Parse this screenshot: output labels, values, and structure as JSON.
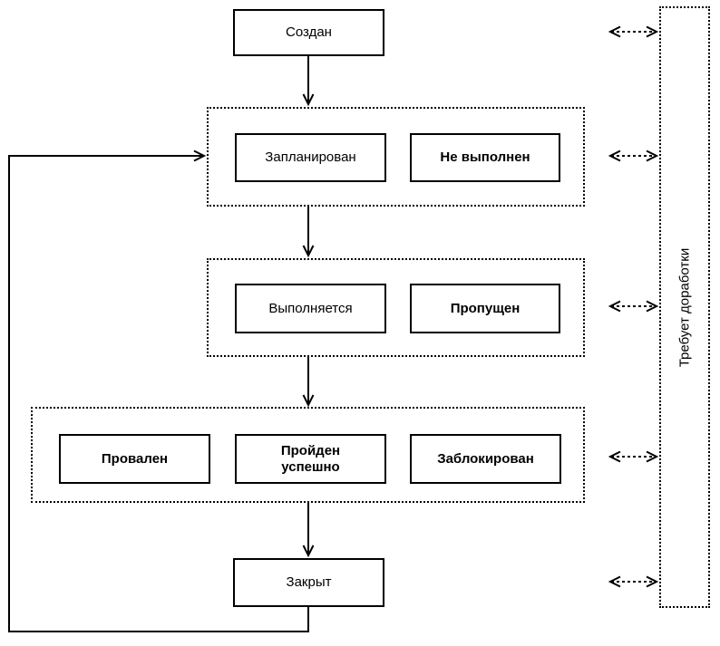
{
  "nodes": {
    "created": "Создан",
    "planned": "Запланирован",
    "not_executed": "Не выполнен",
    "in_progress": "Выполняется",
    "skipped": "Пропущен",
    "failed": "Провален",
    "passed": "Пройден\nуспешно",
    "blocked": "Заблокирован",
    "closed": "Закрыт",
    "needs_rework": "Требует доработки"
  },
  "colors": {
    "line": "#000000",
    "background": "#ffffff"
  }
}
